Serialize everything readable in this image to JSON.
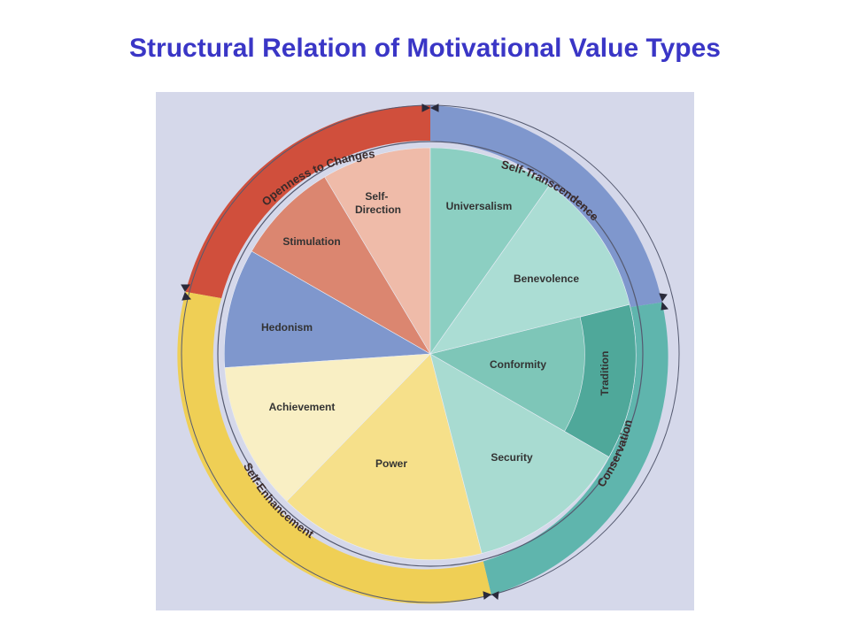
{
  "title": "Structural Relation of Motivational Value Types",
  "colors": {
    "panel": "#d5d8ea",
    "openness": "#d04f3c",
    "transcendence": "#7f97cd",
    "conservation": "#5fb5ad",
    "enhancement": "#efcf55",
    "universalism": "#8ccfc2",
    "benevolence": "#abddd4",
    "conformity": "#7ec6b8",
    "tradition": "#4fa89a",
    "security": "#a8dbd1",
    "power": "#f6e08a",
    "achievement": "#f9efc4",
    "hedonism": "#7f97cd",
    "stimulation": "#db8670",
    "self_direction": "#efbba9"
  },
  "higher_order": [
    {
      "key": "openness",
      "label": "Openness to Changes"
    },
    {
      "key": "transcendence",
      "label": "Self-Transcendence"
    },
    {
      "key": "conservation",
      "label": "Conservation"
    },
    {
      "key": "enhancement",
      "label": "Self-Enhancement"
    }
  ],
  "values": [
    {
      "key": "self_direction",
      "line1": "Self-",
      "line2": "Direction"
    },
    {
      "key": "universalism",
      "line1": "Universalism"
    },
    {
      "key": "benevolence",
      "line1": "Benevolence"
    },
    {
      "key": "conformity",
      "line1": "Conformity"
    },
    {
      "key": "tradition",
      "line1": "Tradition"
    },
    {
      "key": "security",
      "line1": "Security"
    },
    {
      "key": "power",
      "line1": "Power"
    },
    {
      "key": "achievement",
      "line1": "Achievement"
    },
    {
      "key": "hedonism",
      "line1": "Hedonism"
    },
    {
      "key": "stimulation",
      "line1": "Stimulation"
    }
  ]
}
